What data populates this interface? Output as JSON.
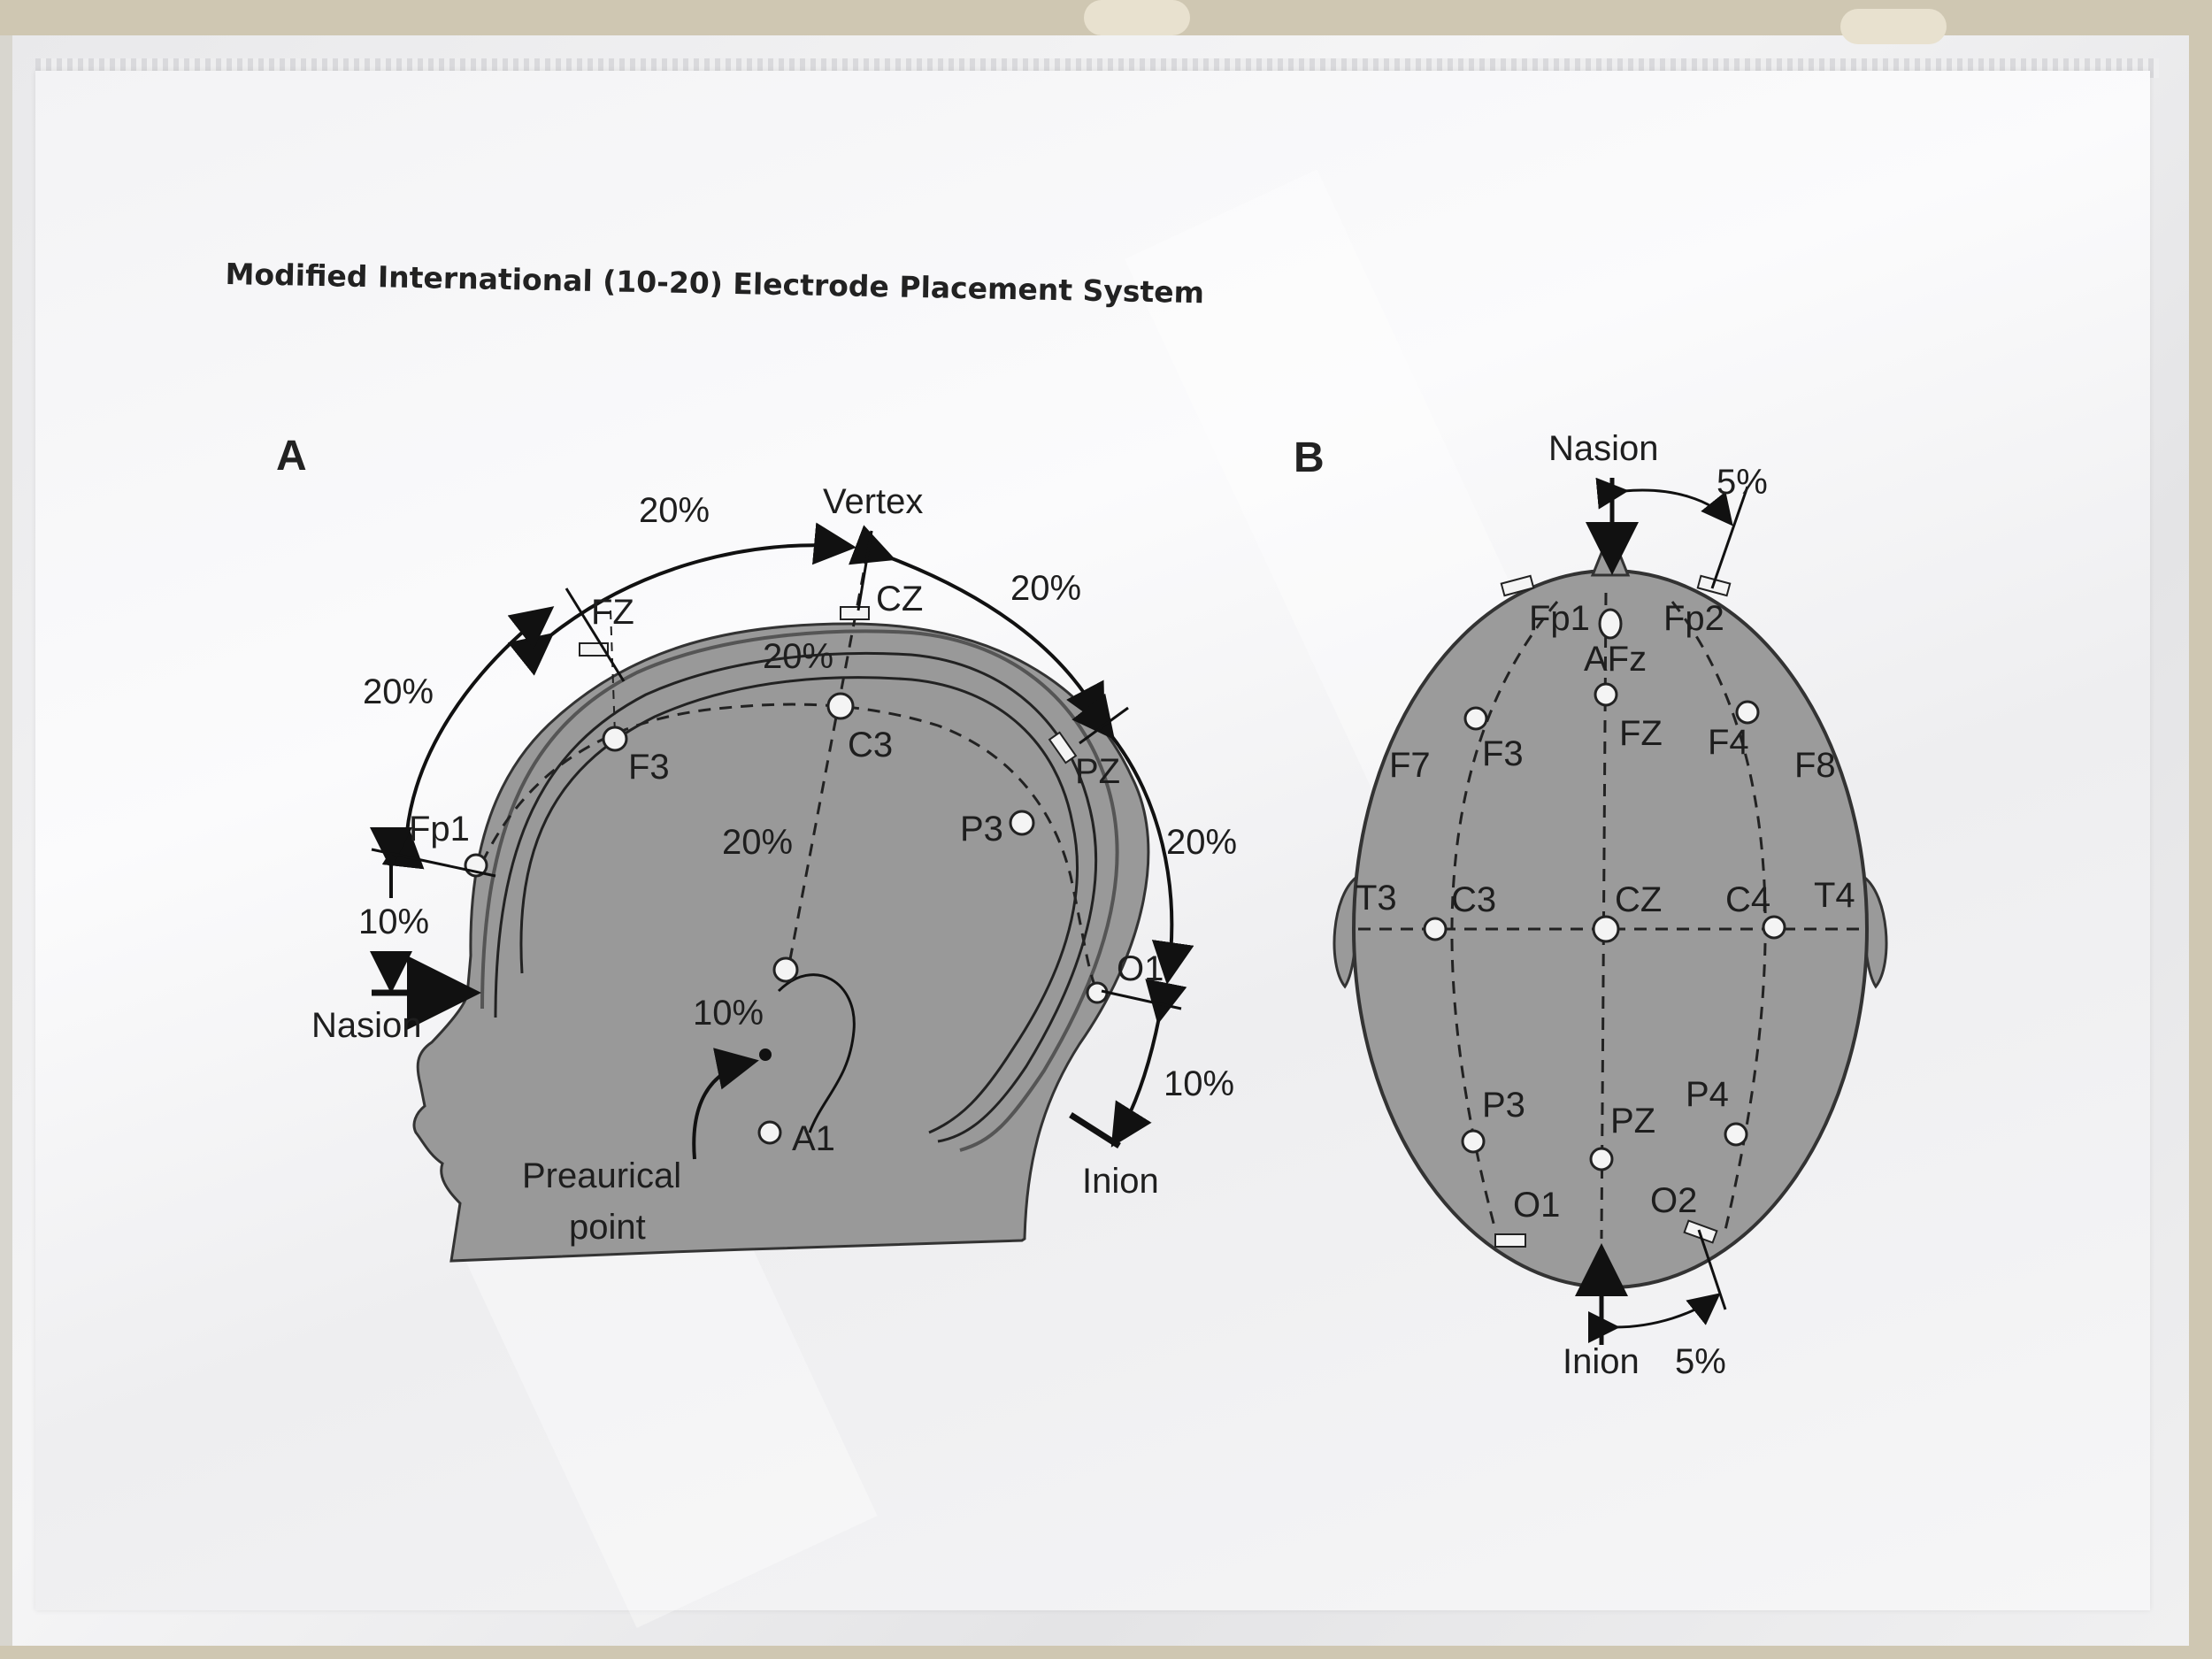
{
  "title": "Modified International (10-20) Electrode Placement System",
  "panel_a": {
    "label": "A",
    "vertex": "Vertex",
    "nasion": "Nasion",
    "inion": "Inion",
    "preauricular_1": "Preaurical",
    "preauricular_2": "point",
    "pct_top_left": "20%",
    "pct_top_right": "20%",
    "pct_left": "20%",
    "pct_inner": "20%",
    "pct_vertical": "20%",
    "pct_right": "20%",
    "pct_nasion": "10%",
    "pct_ear": "10%",
    "pct_inion": "10%",
    "electrodes": {
      "fz": "FZ",
      "cz": "CZ",
      "pz": "PZ",
      "fp1": "Fp1",
      "f3": "F3",
      "c3": "C3",
      "p3": "P3",
      "o1": "O1",
      "a1": "A1"
    }
  },
  "panel_b": {
    "label": "B",
    "nasion": "Nasion",
    "inion": "Inion",
    "pct_top": "5%",
    "pct_bottom": "5%",
    "electrodes": {
      "fp1": "Fp1",
      "fp2": "Fp2",
      "afz": "AFz",
      "f7": "F7",
      "f3": "F3",
      "fz": "FZ",
      "f4": "F4",
      "f8": "F8",
      "t3": "T3",
      "c3": "C3",
      "cz": "CZ",
      "c4": "C4",
      "t4": "T4",
      "p3": "P3",
      "pz": "PZ",
      "p4": "P4",
      "o1": "O1",
      "o2": "O2"
    }
  }
}
